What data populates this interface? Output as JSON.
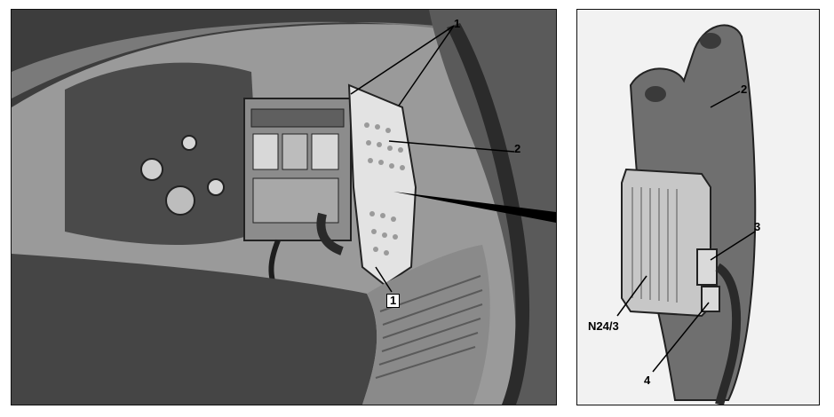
{
  "callouts": {
    "left_1_top": "1",
    "left_2": "2",
    "left_1_bottom": "1",
    "right_2": "2",
    "right_3": "3",
    "right_n24": "N24/3",
    "right_4": "4"
  },
  "colors": {
    "background": "#9a9a9a",
    "dark_trim": "#3a3a3a",
    "panel_light": "#d9d9d9",
    "leader_line": "#000000"
  }
}
